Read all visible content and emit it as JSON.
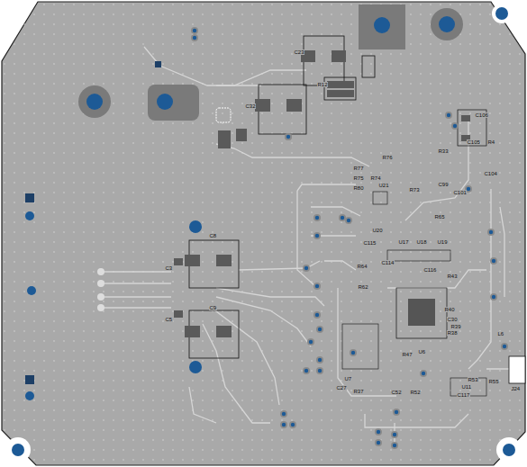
{
  "diagram": {
    "labels": [
      "C23",
      "R12",
      "C32",
      "C8",
      "C9",
      "C3",
      "C5",
      "R77",
      "R76",
      "R75",
      "R74",
      "R80",
      "U21",
      "R73",
      "U20",
      "C115",
      "R64",
      "C114",
      "U17",
      "U18",
      "U19",
      "C116",
      "R43",
      "R65",
      "C106",
      "C105",
      "C104",
      "C101",
      "C99",
      "R33",
      "R4",
      "R40",
      "C30",
      "R39",
      "R38",
      "U6",
      "R47",
      "R52",
      "R53",
      "U11",
      "R55",
      "J24",
      "C117",
      "U7",
      "R37",
      "C27",
      "R62",
      "L6",
      "C52"
    ]
  }
}
